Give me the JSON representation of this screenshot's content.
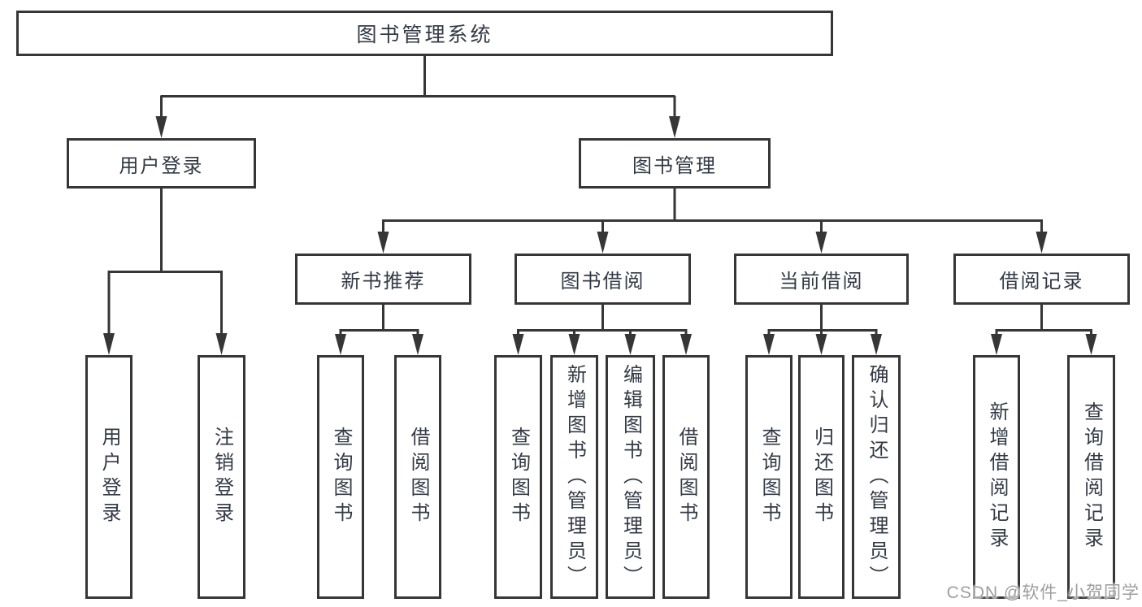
{
  "diagram": {
    "root": {
      "label": "图书管理系统"
    },
    "level2": [
      {
        "label": "用户登录"
      },
      {
        "label": "图书管理"
      }
    ],
    "level3": [
      {
        "label": "新书推荐"
      },
      {
        "label": "图书借阅"
      },
      {
        "label": "当前借阅"
      },
      {
        "label": "借阅记录"
      }
    ],
    "leaves": {
      "user_login": [
        {
          "label": "用户登录"
        },
        {
          "label": "注销登录"
        }
      ],
      "new_book_recommend": [
        {
          "label": "查询图书"
        },
        {
          "label": "借阅图书"
        }
      ],
      "book_borrow": [
        {
          "label": "查询图书"
        },
        {
          "label": "新增图书（管理员）"
        },
        {
          "label": "编辑图书（管理员）"
        },
        {
          "label": "借阅图书"
        }
      ],
      "current_borrow": [
        {
          "label": "查询图书"
        },
        {
          "label": "归还图书"
        },
        {
          "label": "确认归还（管理员）"
        }
      ],
      "borrow_records": [
        {
          "label": "新增借阅记录"
        },
        {
          "label": "查询借阅记录"
        }
      ]
    }
  },
  "watermark": {
    "text": "CSDN @软件_小贺同学"
  },
  "colors": {
    "line": "#363636",
    "border": "#363636",
    "text": "#333a45",
    "background": "#ffffff",
    "watermark": "#9e9e9e"
  }
}
